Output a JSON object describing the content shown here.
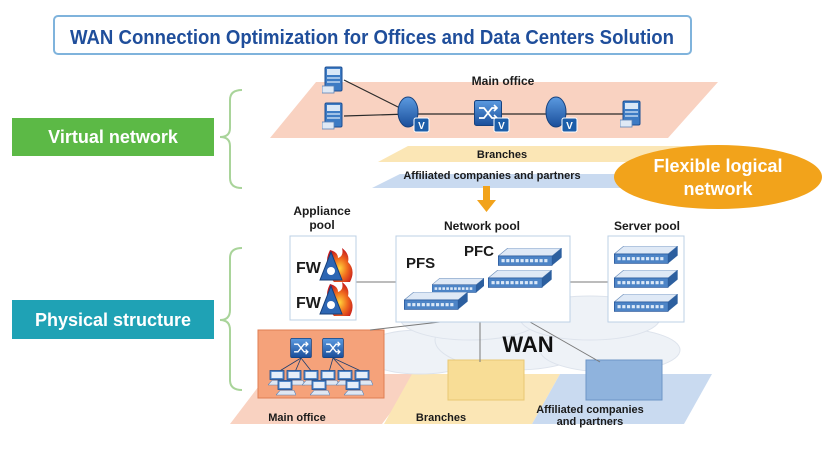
{
  "title": "WAN Connection Optimization for Offices and Data Centers Solution",
  "left_labels": {
    "virtual": "Virtual network",
    "physical": "Physical structure"
  },
  "badge": {
    "line1": "Flexible logical",
    "line2": "network"
  },
  "virtual_layers": {
    "main": "Main office",
    "branches": "Branches",
    "affiliates": "Affiliated companies and partners"
  },
  "physical": {
    "appliance_pool_line1": "Appliance",
    "appliance_pool_line2": "pool",
    "network_pool": "Network pool",
    "server_pool": "Server pool",
    "fw": "FW",
    "pfs": "PFS",
    "pfc": "PFC",
    "wan": "WAN",
    "bottom_main": "Main office",
    "bottom_branches": "Branches",
    "bottom_aff_line1": "Affiliated companies",
    "bottom_aff_line2": "and partners"
  },
  "icon_badge": "V",
  "colors": {
    "title_border": "#7fb3dc",
    "title_text": "#1f4e9b",
    "green": "#5cb946",
    "teal": "#1fa2b5",
    "orange": "#f2a31b",
    "salmon_plane": "#f9d2c1",
    "yellow_plane": "#fbe6b5",
    "blue_plane": "#c9daf0",
    "navy": "#1d5ea9"
  }
}
